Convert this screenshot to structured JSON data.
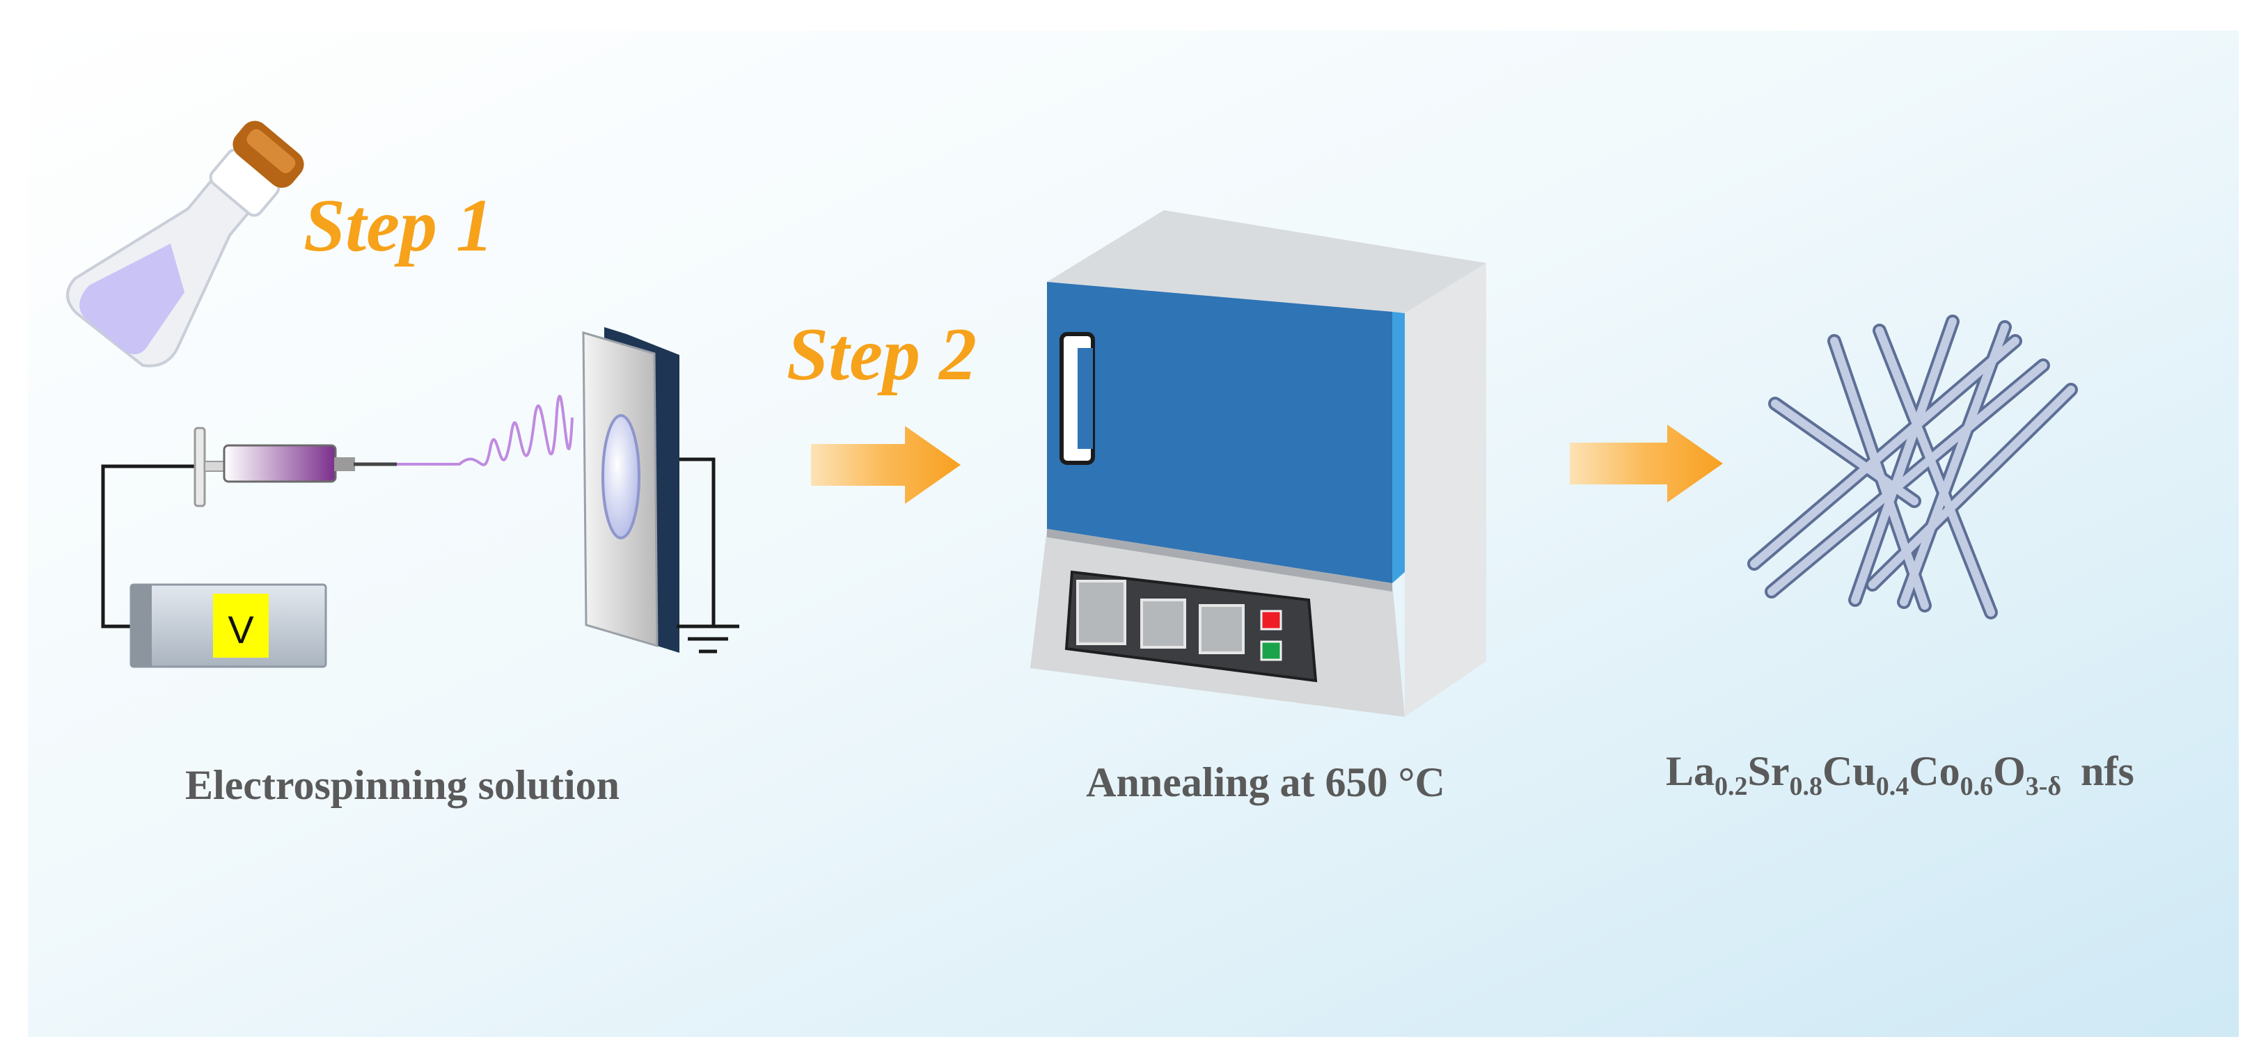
{
  "steps": {
    "step1_label": "Step 1",
    "step2_label": "Step 2"
  },
  "captions": {
    "electrospinning": "Electrospinning solution",
    "annealing": "Annealing at 650 °C",
    "product": {
      "parts": [
        {
          "text": "La",
          "sub": "0.2"
        },
        {
          "text": "Sr",
          "sub": "0.8"
        },
        {
          "text": "Cu",
          "sub": "0.4"
        },
        {
          "text": "Co",
          "sub": "0.6"
        },
        {
          "text": "O",
          "sub": "3-δ"
        }
      ],
      "suffix": "nfs"
    }
  },
  "power_supply": {
    "label": "V"
  },
  "colors": {
    "step_text": "#f7a21b",
    "arrow": "#f9b142",
    "caption_text": "#5a5a5a",
    "furnace_blue": "#2f74b5",
    "background_tint": "#d6eef8",
    "voltmeter_yellow": "#ffff00",
    "fiber_jet": "#c08be0"
  },
  "icons": [
    "flask-icon",
    "syringe-icon",
    "voltage-source-icon",
    "collector-plate-icon",
    "ground-icon",
    "furnace-icon",
    "nanofibers-icon",
    "arrow-icon"
  ]
}
